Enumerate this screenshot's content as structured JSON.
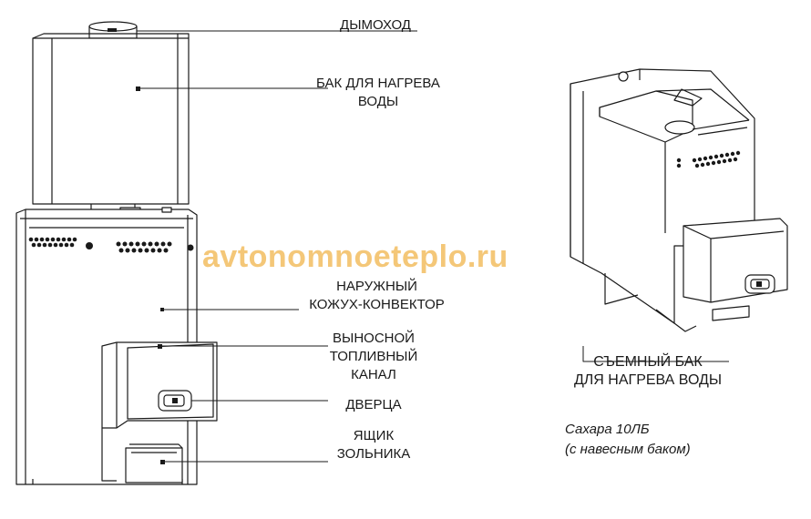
{
  "labels": {
    "chimney": "ДЫМОХОД",
    "tank_line1": "БАК ДЛЯ НАГРЕВА",
    "tank_line2": "ВОДЫ",
    "casing_line1": "НАРУЖНЫЙ",
    "casing_line2": "КОЖУХ-КОНВЕКТОР",
    "channel_line1": "ВЫНОСНОЙ",
    "channel_line2": "ТОПЛИВНЫЙ",
    "channel_line3": "КАНАЛ",
    "door": "ДВЕРЦА",
    "ash_line1": "ЯЩИК",
    "ash_line2": "ЗОЛЬНИКА",
    "removable_line1": "СЪЕМНЫЙ БАК",
    "removable_line2": "ДЛЯ НАГРЕВА ВОДЫ"
  },
  "caption": {
    "model": "Сахара 10ЛБ",
    "note": "(с навесным баком)"
  },
  "watermark": "avtonomnoeteplo.ru"
}
